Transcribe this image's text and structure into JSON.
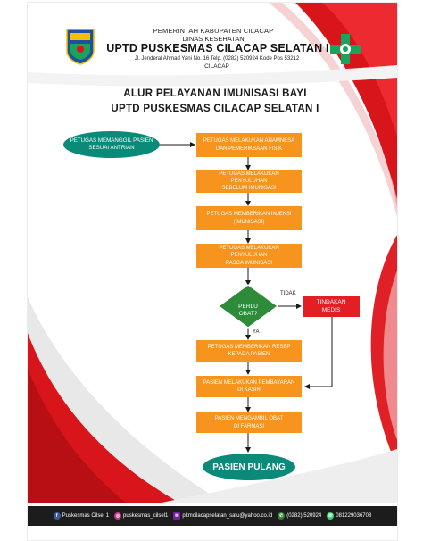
{
  "header": {
    "gov": "PEMERINTAH KABUPATEN CILACAP",
    "dept": "DINAS KESEHATAN",
    "name": "UPTD PUSKESMAS CILACAP SELATAN I",
    "address": "Jl. Jenderal Ahmad Yani No. 16 Telp. (0282) 520924 Kode Pos 53212",
    "city": "CILACAP"
  },
  "title": {
    "line1": "ALUR PELAYANAN IMUNISASI BAYI",
    "line2": "UPTD PUSKESMAS CILACAP SELATAN I"
  },
  "flow": {
    "start": "PETUGAS MEMANGGIL PASIEN\nSESUAI ANTRIAN",
    "step1": "PETUGAS MELAKUKAN ANAMNESA\nDAN PEMERIKSAAN FISIK",
    "step2": "PETUGAS MELAKUKAN PENYULUHAN\nSEBELUM IMUNISASI",
    "step3": "PETUGAS MEMBERIKAN INJEKSI\n(IMUNISASI)",
    "step4": "PETUGAS MELAKUKAN PENYULUHAN\nPASCA IMUNISASI",
    "decision": "PERLU\nOBAT?",
    "no_label": "TIDAK",
    "yes_label": "YA",
    "action": "TINDAKAN\nMEDIS",
    "step5": "PETUGAS MEMBERIKAN RESEP\nKEPADA PASIEN",
    "step6": "PASIEN MELAKUKAN PEMBAYARAN\nDI KASIR",
    "step7": "PASIEN MENGAMBIL OBAT\nDI FARMASI",
    "end": "PASIEN PULANG"
  },
  "footer": {
    "facebook": "Puskesmas Cilsel 1",
    "instagram": "puskesmas_cilsel1",
    "email": "pkmcilacapselatan_satu@yahoo.co.id",
    "phone": "(0282) 520924",
    "whatsapp": "081229036708"
  },
  "colors": {
    "orange": "#f7941d",
    "red": "#e31e24",
    "green": "#0a8a78",
    "diamond": "#2e8b3a"
  },
  "icons": [
    "facebook-icon",
    "instagram-icon",
    "email-icon",
    "phone-icon",
    "whatsapp-icon"
  ]
}
